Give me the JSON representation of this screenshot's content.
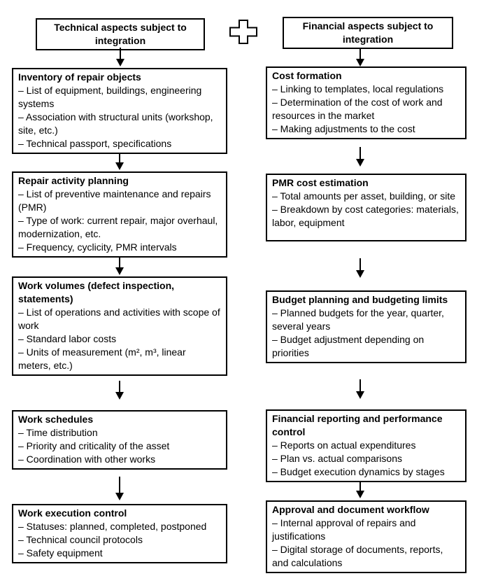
{
  "colors": {
    "line": "#000000",
    "background": "#ffffff",
    "text": "#000000"
  },
  "connector": {
    "icon": "plus-icon"
  },
  "diagram": {
    "columns": [
      {
        "header": "Technical aspects subject to integration",
        "boxes": [
          {
            "title": "Inventory of repair objects",
            "items": [
              "– List of equipment, buildings, engineering systems",
              "– Association with structural units (workshop, site, etc.)",
              "– Technical passport, specifications"
            ]
          },
          {
            "title": "Repair activity planning",
            "items": [
              "– List of preventive maintenance and repairs (PMR)",
              "– Type of work: current repair, major overhaul, modernization, etc.",
              "– Frequency, cyclicity, PMR intervals"
            ]
          },
          {
            "title": "Work volumes (defect inspection, statements)",
            "items": [
              "– List of operations and activities with scope of work",
              "– Standard labor costs",
              "– Units of measurement (m², m³, linear meters, etc.)"
            ]
          },
          {
            "title": "Work schedules",
            "items": [
              "– Time distribution",
              "– Priority and criticality of the asset",
              "– Coordination with other works"
            ]
          },
          {
            "title": "Work execution control",
            "items": [
              "– Statuses: planned, completed, postponed",
              "– Technical council protocols",
              "– Safety equipment"
            ]
          }
        ]
      },
      {
        "header": "Financial aspects subject to integration",
        "boxes": [
          {
            "title": "Cost formation",
            "items": [
              "– Linking to templates, local regulations",
              "– Determination of the cost of work and resources in the market",
              "– Making adjustments to the cost"
            ]
          },
          {
            "title": "PMR cost estimation",
            "items": [
              "– Total amounts per asset, building, or site",
              "– Breakdown by cost categories: materials, labor, equipment"
            ]
          },
          {
            "title": "Budget planning and budgeting limits",
            "items": [
              "– Planned budgets for the year, quarter, several years",
              "– Budget adjustment depending on priorities"
            ]
          },
          {
            "title": "Financial reporting and performance control",
            "items": [
              "– Reports on actual expenditures",
              "– Plan vs. actual comparisons",
              "– Budget execution dynamics by stages"
            ]
          },
          {
            "title": "Approval and document workflow",
            "items": [
              "– Internal approval of repairs and justifications",
              "– Digital storage of documents, reports, and calculations"
            ]
          }
        ]
      }
    ]
  }
}
